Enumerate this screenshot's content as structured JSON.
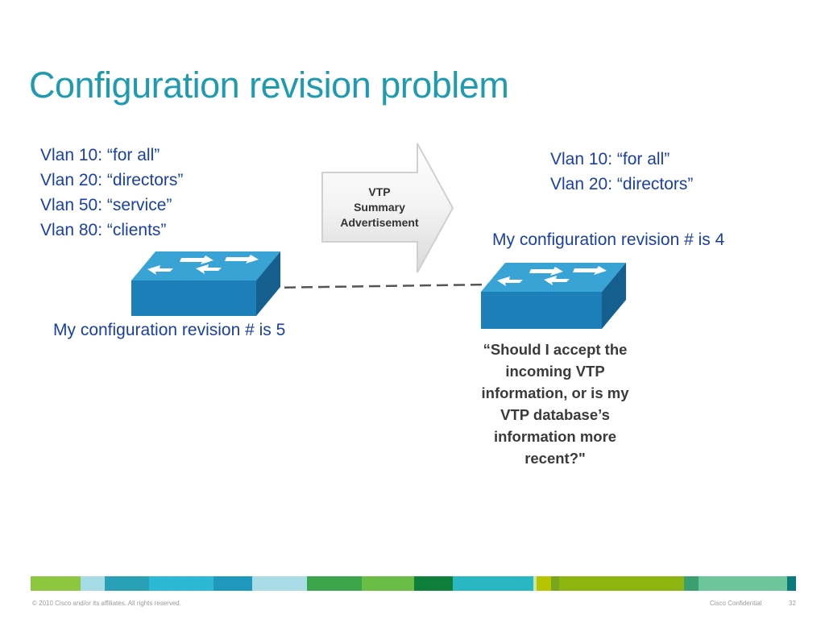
{
  "slide": {
    "title": "Configuration revision problem"
  },
  "left_switch": {
    "vlans": [
      "Vlan 10: “for all”",
      "Vlan 20: “directors”",
      "Vlan 50: “service”",
      "Vlan 80: “clients”"
    ],
    "revision_text": "My configuration revision # is 5"
  },
  "right_switch": {
    "vlans": [
      "Vlan 10: “for all”",
      "Vlan 20: “directors”"
    ],
    "revision_text": "My configuration revision # is 4",
    "question_lines": [
      "“Should I accept the",
      "incoming VTP",
      "information, or is my",
      "VTP database’s",
      "information more",
      "recent?\""
    ]
  },
  "advertisement": {
    "lines": [
      "VTP",
      "Summary",
      "Advertisement"
    ]
  },
  "footer": {
    "copyright": "© 2010 Cisco and/or its affiliates. All rights reserved.",
    "confidential": "Cisco Confidential",
    "page_number": "32"
  },
  "colors": {
    "title": "#1f9bb0",
    "body_text": "#1a3fa6",
    "switch_top": "#3aa3d6",
    "switch_front": "#1c7fb8"
  },
  "colorbar": [
    "#8dc63f",
    "#a6dbe8",
    "#2aa0b7",
    "#2ab8d2",
    "#1f98bd",
    "#a9dce6",
    "#3aa54b",
    "#6abe45",
    "#0f7f3c",
    "#2ab7c4",
    "#c8e6a8",
    "#b6c500",
    "#7aa51e",
    "#8cb510",
    "#3aa070",
    "#6dc59b",
    "#0b7a7e"
  ]
}
